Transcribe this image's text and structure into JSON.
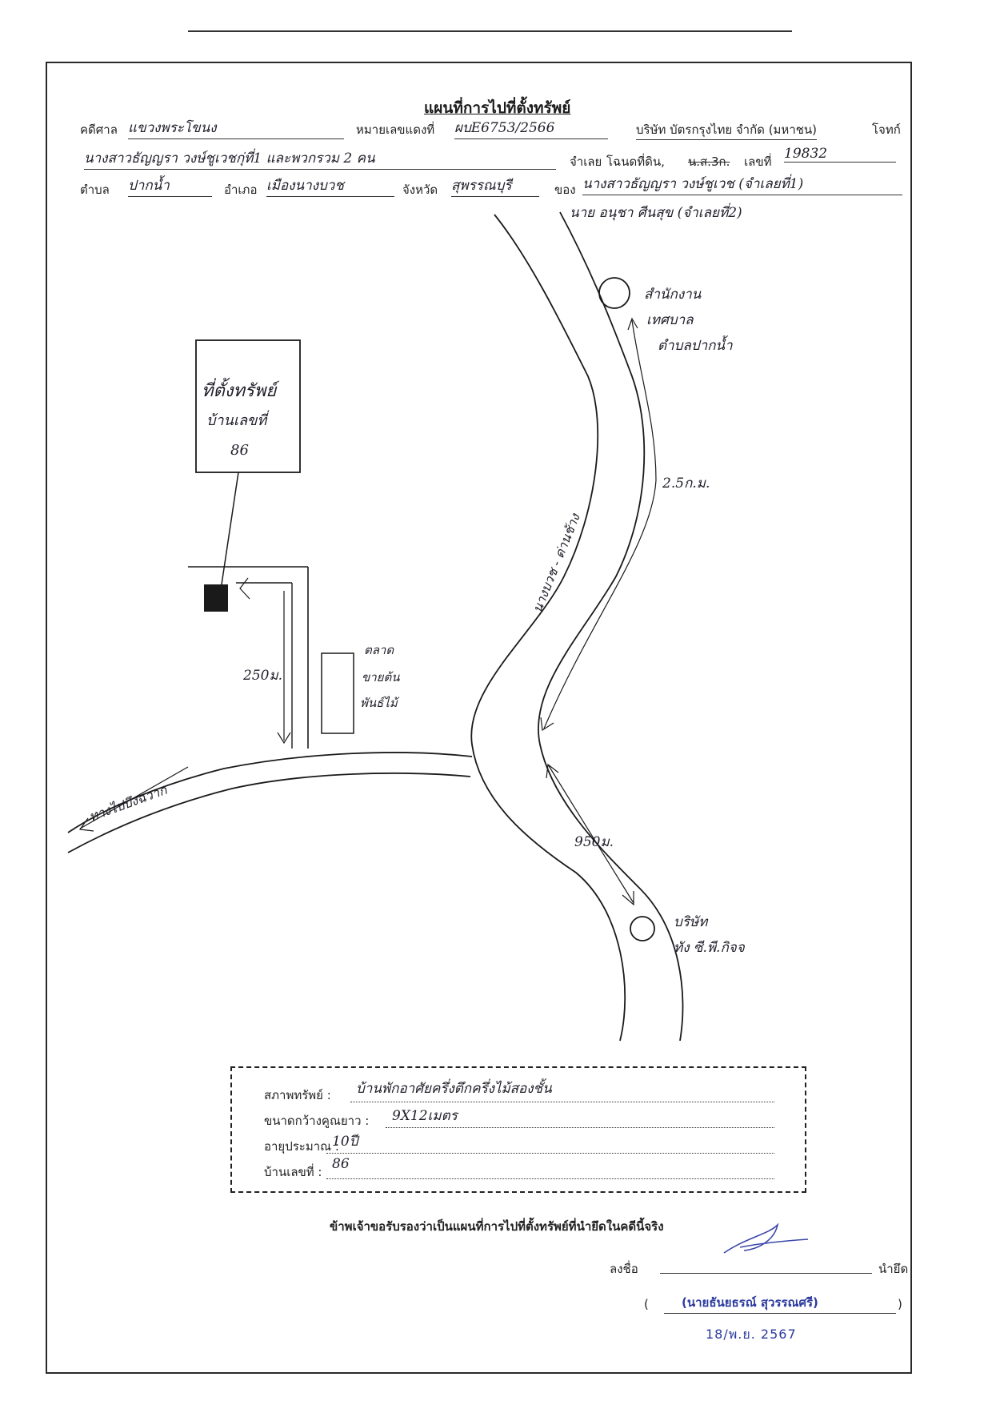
{
  "header": {
    "title": "แผนที่การไปที่ตั้งทรัพย์",
    "court_label": "คดีศาล",
    "court_value": "แขวงพระโขนง",
    "case_no_label": "หมายเลขแดงที่",
    "case_no_value": "ผบE6753/2566",
    "company": "บริษัท บัตรกรุงไทย จำกัด (มหาชน)",
    "plaintiff_label": "โจทก์",
    "defendant_value": "นางสาวธัญญรา วงษ์ชูเวชกุ่ที่1 และพวกรวม 2 คน",
    "defendant_label": "จำเลย",
    "deed_label": "โฉนดที่ดิน,",
    "deed_struck": "น.ส.3ก.",
    "deed_no_label": "เลขที่",
    "deed_no_value": "19832",
    "subdistrict_label": "ตำบล",
    "subdistrict_value": "ปากน้ำ",
    "district_label": "อำเภอ",
    "district_value": "เมืองนางบวช",
    "province_label": "จังหวัด",
    "province_value": "สุพรรณบุรี",
    "owner_label": "ของ",
    "owner_value_1": "นางสาวธัญญรา วงษ์ชูเวช (จำเลยที่1)",
    "owner_value_2": "นาย อนุชา ศีนสุข (จำเลยที่2)"
  },
  "map": {
    "property_box": [
      "ที่ตั้งทรัพย์",
      "บ้านเลขที่",
      "86"
    ],
    "landmark_top": [
      "สำนักงาน",
      "เทศบาล",
      "ตำบลปากน้ำ"
    ],
    "road_name": "นางบวช - ด่านช้าง",
    "distance_1": "2.5ก.ม.",
    "distance_2": "250ม.",
    "distance_3": "950ม.",
    "market": [
      "ตลาด",
      "ขายต้น",
      "พันธ์ไม้"
    ],
    "side_road": "ทางไปบึงฉวาก",
    "landmark_bottom": [
      "บริษัท",
      "ทัง ซี.พี.กิจจ"
    ]
  },
  "info": {
    "condition_label": "สภาพทรัพย์ :",
    "condition_value": "บ้านพักอาศัยครึ่งตึกครึ่งไม้สองชั้น",
    "size_label": "ขนาดกว้างคูณยาว :",
    "size_value": "9X12เมตร",
    "age_label": "อายุประมาณ :",
    "age_value": "10ปี",
    "house_no_label": "บ้านเลขที่ :",
    "house_no_value": "86"
  },
  "certification": {
    "statement": "ข้าพเจ้าขอรับรองว่าเป็นแผนที่การไปที่ตั้งทรัพย์ที่นำยึดในคดีนี้จริง",
    "sign_label": "ลงชื่อ",
    "role": "นำยึด",
    "signer_name": "(นายธันยธรณ์ สุวรรณศรี)",
    "open_paren": "(",
    "close_paren": ")",
    "date": "18/พ.ย. 2567"
  }
}
